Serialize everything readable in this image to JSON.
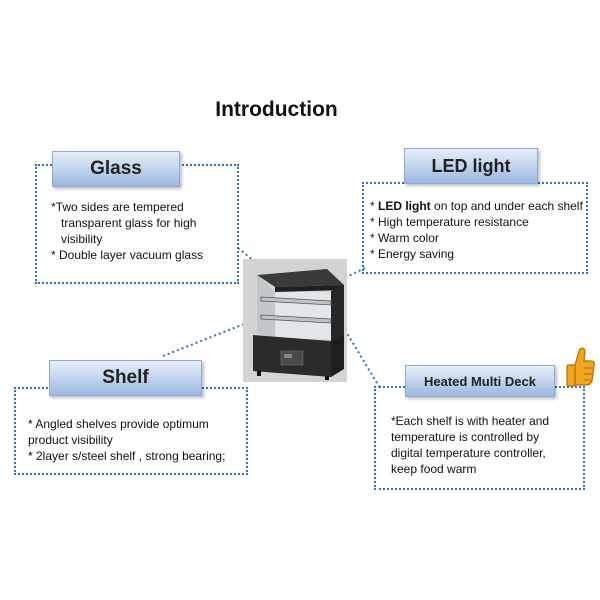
{
  "title": "Introduction",
  "glass": {
    "label": "Glass",
    "line1": "*Two sides are tempered",
    "line2": "transparent glass for high",
    "line3": "visibility",
    "line4": "* Double layer vacuum glass"
  },
  "led": {
    "label": "LED light",
    "line1_prefix": "* ",
    "line1_bold": "LED light",
    "line1_rest": " on top and under each shelf",
    "line2": "* High temperature resistance",
    "line3": "* Warm color",
    "line4": "* Energy saving"
  },
  "shelf": {
    "label": "Shelf",
    "line1": "* Angled shelves provide optimum",
    "line2": "product visibility",
    "line3": "* 2layer s/steel shelf , strong bearing;"
  },
  "heated": {
    "label": "Heated Multi Deck",
    "line1": "*Each shelf is with heater and",
    "line2": "temperature is controlled by",
    "line3": "digital temperature controller,",
    "line4": "keep food warm"
  },
  "colors": {
    "border": "#2e74b5",
    "tag_top": "#e6eef8",
    "tag_bottom": "#9bb7de",
    "cabinet": "#2b2b2b",
    "thumb": "#f2a51b"
  },
  "icons": [
    "display-cabinet-image",
    "thumbs-up-icon"
  ]
}
